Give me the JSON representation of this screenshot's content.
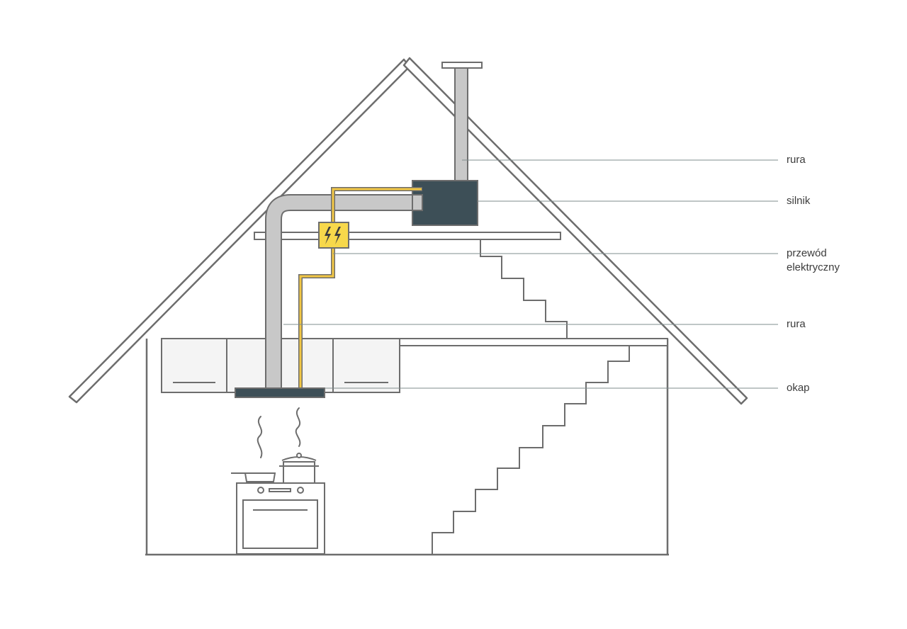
{
  "labels": {
    "pipe_top": "rura",
    "motor": "silnik",
    "cable_line1": "przewód",
    "cable_line2": "elektryczny",
    "pipe_middle": "rura",
    "hood": "okap"
  },
  "colors": {
    "outline": "#6d6d6d",
    "pipe_fill": "#c8c8c8",
    "cable": "#f2c744",
    "motor_fill": "#3d4f57",
    "hood_fill": "#3d4f57",
    "electric_box": "#f7d84b",
    "leader_line": "#7f8c8d",
    "cabinet_fill": "#f4f4f4"
  },
  "icons": {
    "electric_box": "lightning-bolt-icon",
    "steam": "steam-icon",
    "pot": "cooking-pot-icon",
    "pan": "frying-pan-icon"
  }
}
